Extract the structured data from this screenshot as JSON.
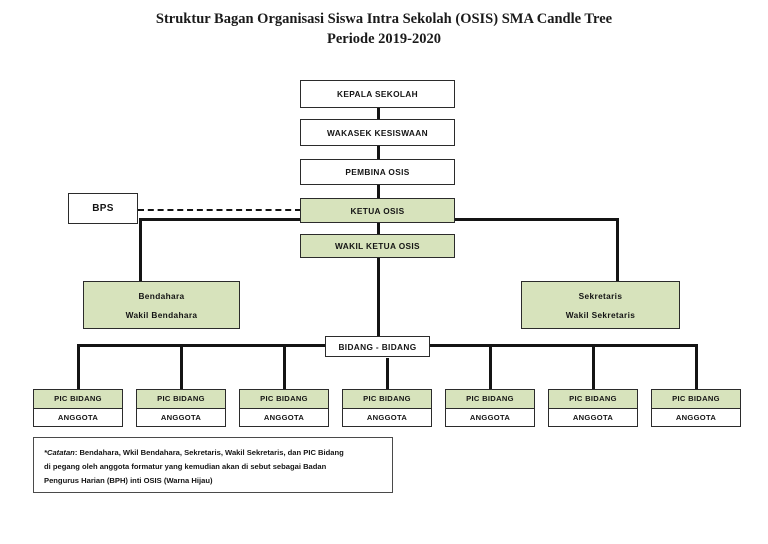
{
  "title": {
    "line1": "Struktur Bagan Organisasi Siswa Intra Sekolah (OSIS) SMA Candle Tree",
    "line2": "Periode 2019-2020"
  },
  "colors": {
    "green_fill": "#d7e3bc",
    "white_fill": "#ffffff",
    "line": "#141414",
    "border": "#2b2b2b"
  },
  "nodes": {
    "kepala_sekolah": "KEPALA SEKOLAH",
    "wakasek_kesiswaan": "WAKASEK KESISWAAN",
    "pembina_osis": "PEMBINA OSIS",
    "ketua_osis": "KETUA OSIS",
    "wakil_ketua_osis": "WAKIL KETUA OSIS",
    "bps": "BPS",
    "bendahara": {
      "line1": "Bendahara",
      "line2": "Wakil Bendahara"
    },
    "sekretaris": {
      "line1": "Sekretaris",
      "line2": "Wakil Sekretaris"
    },
    "bidang_bidang": "BIDANG - BIDANG"
  },
  "pic_bidang": [
    {
      "head": "PIC BIDANG",
      "body": "ANGGOTA"
    },
    {
      "head": "PIC BIDANG",
      "body": "ANGGOTA"
    },
    {
      "head": "PIC BIDANG",
      "body": "ANGGOTA"
    },
    {
      "head": "PIC BIDANG",
      "body": "ANGGOTA"
    },
    {
      "head": "PIC BIDANG",
      "body": "ANGGOTA"
    },
    {
      "head": "PIC BIDANG",
      "body": "ANGGOTA"
    },
    {
      "head": "PIC BIDANG",
      "body": "ANGGOTA"
    }
  ],
  "footnote": {
    "label": "*Catatan",
    "line1_rest": ": Bendahara, Wkil Bendahara, Sekretaris, Wakil Sekretaris, dan PIC Bidang",
    "line2": "di pegang oleh anggota formatur yang kemudian akan di sebut sebagai Badan",
    "line3": "Pengurus Harian (BPH) inti OSIS (Warna Hijau)"
  }
}
